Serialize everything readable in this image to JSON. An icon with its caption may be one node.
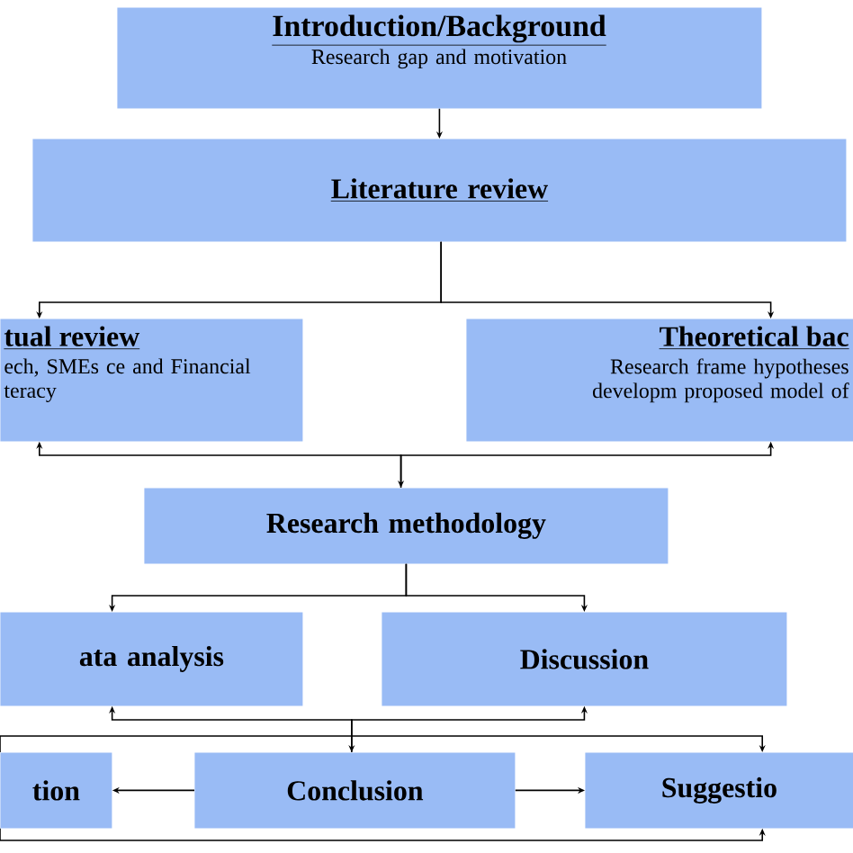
{
  "diagram": {
    "nodes": [
      {
        "text": [
          "Introduction/Background",
          "Research gap and motivation"
        ]
      },
      {
        "text": [
          "Literature review"
        ]
      },
      {
        "text": [
          "tual review",
          "ech, SMEs ce and Financial teracy"
        ]
      },
      {
        "text": [
          "Theoretical bac",
          "Research frame hypotheses developm proposed model of"
        ]
      },
      {
        "text": [
          "Research methodology"
        ]
      },
      {
        "text": [
          "ata analysis"
        ]
      },
      {
        "text": [
          "Discussion"
        ]
      },
      {
        "text": [
          "tion"
        ]
      },
      {
        "text": [
          "Conclusion"
        ]
      },
      {
        "text": [
          "Suggestio"
        ]
      }
    ],
    "edges": [
      {
        "from": 0,
        "to": 1,
        "arrow": "to"
      },
      {
        "from": 1,
        "to": 2,
        "arrow": "to"
      },
      {
        "from": 1,
        "to": 3,
        "arrow": "to"
      },
      {
        "from": 4,
        "to": 2,
        "arrow": "both"
      },
      {
        "from": 4,
        "to": 3,
        "arrow": "to"
      },
      {
        "from": 4,
        "to": 5,
        "arrow": "to"
      },
      {
        "from": 4,
        "to": 6,
        "arrow": "to"
      },
      {
        "from": 8,
        "to": 5,
        "arrow": "both"
      },
      {
        "from": 8,
        "to": 6,
        "arrow": "to"
      },
      {
        "from": 8,
        "to": 7,
        "arrow": "to"
      },
      {
        "from": 8,
        "to": 9,
        "arrow": "to"
      },
      {
        "from": 7,
        "to": 9,
        "arrow": "to"
      },
      {
        "from": 7,
        "to": 9,
        "arrow": "to"
      }
    ]
  }
}
